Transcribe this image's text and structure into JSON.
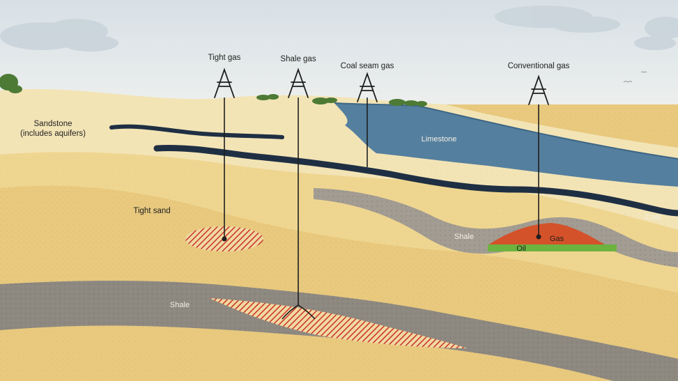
{
  "labels": {
    "tight_gas": "Tight gas",
    "shale_gas": "Shale gas",
    "coal_seam_gas": "Coal seam gas",
    "conventional_gas": "Conventional gas",
    "sandstone_line1": "Sandstone",
    "sandstone_line2": "(includes aquifers)",
    "limestone": "Limestone",
    "tight_sand": "Tight sand",
    "shale_upper": "Shale",
    "shale_lower": "Shale",
    "coal": "Coal",
    "gas": "Gas",
    "oil": "Oil"
  },
  "colors": {
    "sky": "#dfe6ea",
    "sea": "#a9cfe0",
    "sand_light": "#f2e3b3",
    "sand_mid": "#e9cf86",
    "sand_dark": "#dcb863",
    "limestone": "#4f7fa1",
    "coal": "#1f2f43",
    "shale": "#8d8880",
    "gas": "#d4522a",
    "oil": "#6cb33f",
    "hatch_red": "#c9302c",
    "trees": "#4d7a35"
  },
  "icons": {
    "well_tower": "gas-well-derrick-icon"
  }
}
